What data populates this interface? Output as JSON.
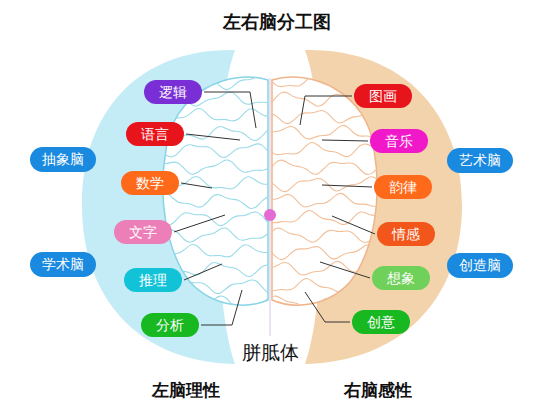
{
  "diagram": {
    "title": "左右脑分工图",
    "nodes": [
      {
        "text": [
          "逻辑"
        ]
      },
      {
        "text": [
          "语言"
        ]
      },
      {
        "text": [
          "抽象脑"
        ]
      },
      {
        "text": [
          "数学"
        ]
      },
      {
        "text": [
          "文字"
        ]
      },
      {
        "text": [
          "学术脑"
        ]
      },
      {
        "text": [
          "推理"
        ]
      },
      {
        "text": [
          "分析"
        ]
      },
      {
        "text": [
          "图画"
        ]
      },
      {
        "text": [
          "音乐"
        ]
      },
      {
        "text": [
          "艺术脑"
        ]
      },
      {
        "text": [
          "韵律"
        ]
      },
      {
        "text": [
          "情感"
        ]
      },
      {
        "text": [
          "创造脑"
        ]
      },
      {
        "text": [
          "想象"
        ]
      },
      {
        "text": [
          "创意"
        ]
      }
    ],
    "labels": [
      "胼胝体",
      "左脑理性",
      "右脑感性"
    ]
  }
}
